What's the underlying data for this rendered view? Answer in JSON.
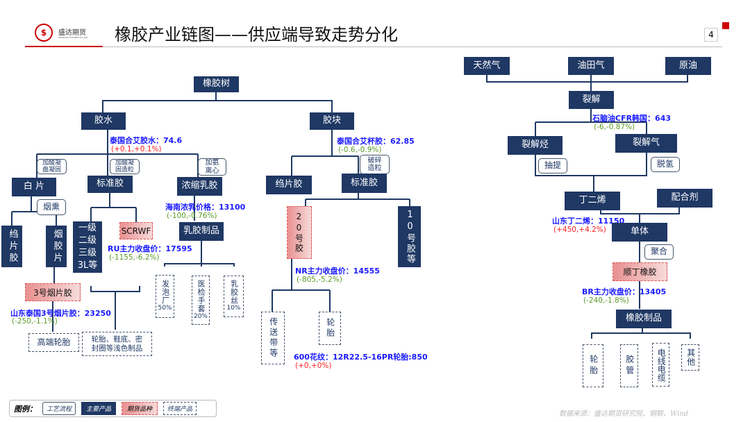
{
  "header": {
    "title": "橡胶产业链图——供应端导致走势分化",
    "page": "4",
    "logo_name": "盛达期货",
    "logo_sub": "SHENGDA FUTURES CO.,LTD."
  },
  "colors": {
    "primary": "#1f3864",
    "future": "#e99090",
    "price": "#1a1aff",
    "up": "#ff2020",
    "down": "#5a9a2a"
  },
  "natural": {
    "root": "橡胶树",
    "latex": "胶水",
    "block": "胶块",
    "latex_price": {
      "label": "泰国合艾胶水：74.6",
      "change": "(+0.1,+0.1%)"
    },
    "proc1": "加酸凝\n盘凝固",
    "proc2": "加酸凝\n固造粒",
    "proc3": "加氨\n离心",
    "proc_smoke": "烟熏",
    "white_sheet": "白 片",
    "std_rubber": "标准胶",
    "concentrated": "浓缩乳胶",
    "crepe": "绉片胶",
    "rss": "烟胶片",
    "grades": "一级\n二级\n三级\n3L等",
    "scrwf": "SCRWF",
    "conc_price": {
      "label": "海南浓乳价格：13100",
      "change": "(-100,-0.76%)"
    },
    "latex_products": "乳胶制品",
    "ru_price": {
      "label": "RU主力收盘价：17595",
      "change": "(-1155,-6.2%)"
    },
    "foam": "发泡厂",
    "foam_pct": "50%",
    "gloves": "医检手套",
    "gloves_pct": "20%",
    "thread": "乳胶丝",
    "thread_pct": "10%",
    "rss3": "3号烟片胶",
    "rss3_price": {
      "label": "山东泰国3号烟片胶：23250",
      "change": "(-250,-1.1%)"
    },
    "hi_tire": "高端轮胎",
    "light_products": "轮胎、鞋底、密\n封圈等浅色制品",
    "cup_price": {
      "label": "泰国合艾杯胶：62.85",
      "change": "(-0.6,-0.9%)"
    },
    "proc_crush": "破碎\n造粒",
    "crepe2": "绉片胶",
    "std2": "标准胶",
    "tsr20": "20号胶",
    "tsr10": "10号胶等",
    "nr_price": {
      "label": "NR主力收盘价：14555",
      "change": "(-805,-5.2%)"
    },
    "belt": "传送带等",
    "tire": "轮胎",
    "tire_price": {
      "label": "600花纹：12R22.5-16PR轮胎:850",
      "change": "(+0,+0%)"
    }
  },
  "synthetic": {
    "gas": "天然气",
    "oilfield": "油田气",
    "crude": "原油",
    "cracking": "裂解",
    "naphtha_price": {
      "label": "石脑油CFR韩国：643",
      "change": "(-6,-0.87%)"
    },
    "crack_hc": "裂解烃",
    "crack_gas": "裂解气",
    "extract": "抽提",
    "dehydro": "脱氢",
    "butadiene": "丁二烯",
    "compound": "配合剂",
    "bd_price": {
      "label": "山东丁二烯：11150",
      "change": "(+450,+4.2%)"
    },
    "monomer": "单体",
    "polymer": "聚合",
    "br": "顺丁橡胶",
    "br_price": {
      "label": "BR主力收盘价：13405",
      "change": "(-240,-1.8%)"
    },
    "products": "橡胶制品",
    "ends": [
      "轮胎",
      "胶管",
      "电线电缆",
      "其他"
    ]
  },
  "legend": {
    "title": "图例：",
    "process": "工艺流程",
    "main": "主要产品",
    "future": "期货品种",
    "end": "终端产品"
  },
  "source": "数据来源：盛达期货研究院、钢联、Wind"
}
